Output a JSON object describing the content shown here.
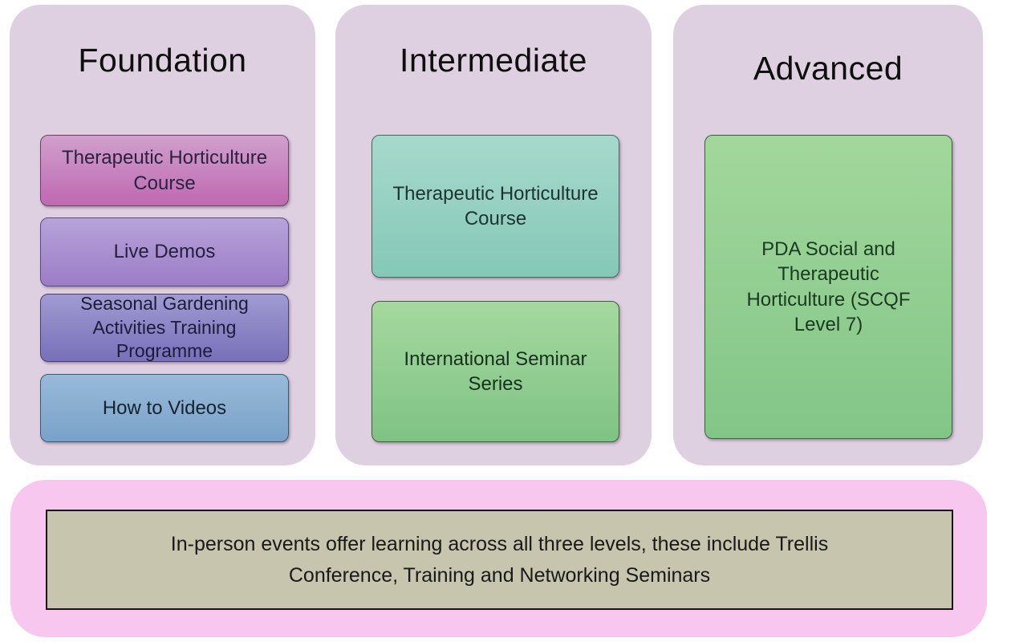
{
  "columns": [
    {
      "title": "Foundation",
      "boxes": [
        {
          "label": "Therapeutic Horticulture Course"
        },
        {
          "label": "Live Demos"
        },
        {
          "label": "Seasonal Gardening Activities Training Programme"
        },
        {
          "label": "How to Videos"
        }
      ]
    },
    {
      "title": "Intermediate",
      "boxes": [
        {
          "label": "Therapeutic Horticulture Course"
        },
        {
          "label": "International Seminar Series"
        }
      ]
    },
    {
      "title": "Advanced",
      "boxes": [
        {
          "label": "PDA Social and Therapeutic Horticulture (SCQF Level 7)"
        }
      ]
    }
  ],
  "footer": {
    "text": "In-person events offer learning across all three levels, these include Trellis Conference, Training and Networking Seminars"
  },
  "colors": {
    "column_bg": {
      "bg": "#ded0e0"
    },
    "banner_bg": {
      "bg": "#f7c7ef"
    },
    "note_bg": {
      "bg": "#c7c5ad",
      "border": "#161616",
      "text": "#191919"
    },
    "box_pink": {
      "top": "#d0a0cc",
      "bottom": "#bf68b1",
      "border": "#6d4169",
      "text": "#2a2240"
    },
    "box_purple": {
      "top": "#b7a4da",
      "bottom": "#9b7cc6",
      "border": "#594a80",
      "text": "#241f3d"
    },
    "box_violet": {
      "top": "#a09bd2",
      "bottom": "#7770ba",
      "border": "#47426e",
      "text": "#1d1b38"
    },
    "box_blue": {
      "top": "#98bad9",
      "bottom": "#79a2c9",
      "border": "#3d5a75",
      "text": "#16232e"
    },
    "box_teal": {
      "top": "#a6d9cc",
      "bottom": "#85c8b7",
      "border": "#46685f",
      "text": "#1d3330"
    },
    "box_green": {
      "top": "#a5d89e",
      "bottom": "#7fc384",
      "border": "#3f5f41",
      "text": "#17301c"
    },
    "box_green_adv": {
      "top": "#a3d79c",
      "bottom": "#82c687",
      "border": "#3f5f41",
      "text": "#1a3a22"
    },
    "title_text": "#0e0e0e"
  }
}
